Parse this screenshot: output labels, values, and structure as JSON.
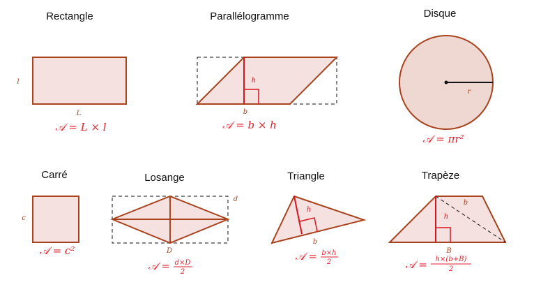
{
  "colors": {
    "stroke": "#a8431e",
    "fill": "#f5e1df",
    "disk_fill": "#f0d8d2",
    "formula": "#e0202c",
    "height": "#d9141e",
    "label": "#a8431e",
    "title": "#111111",
    "dashed": "#111111"
  },
  "shapes": {
    "rectangle": {
      "title": "Rectangle",
      "side_l": "l",
      "side_L": "L",
      "formula": "𝒜 = L × l"
    },
    "parallelogram": {
      "title": "Parallélogramme",
      "height": "h",
      "base": "b",
      "formula": "𝒜 = b × h"
    },
    "disk": {
      "title": "Disque",
      "radius": "r",
      "formula": "𝒜 = πr²"
    },
    "square": {
      "title": "Carré",
      "side": "c",
      "formula": "𝒜 = c²"
    },
    "rhombus": {
      "title": "Losange",
      "small_diag": "d",
      "big_diag": "D",
      "formula_lhs": "𝒜 =",
      "formula_num": "d×D",
      "formula_den": "2"
    },
    "triangle": {
      "title": "Triangle",
      "height": "h",
      "base": "b",
      "formula_lhs": "𝒜 =",
      "formula_num": "b×h",
      "formula_den": "2"
    },
    "trapezoid": {
      "title": "Trapèze",
      "small_base": "b",
      "height": "h",
      "big_base": "B",
      "formula_lhs": "𝒜 =",
      "formula_num": "h×(b+B)",
      "formula_den": "2"
    }
  }
}
